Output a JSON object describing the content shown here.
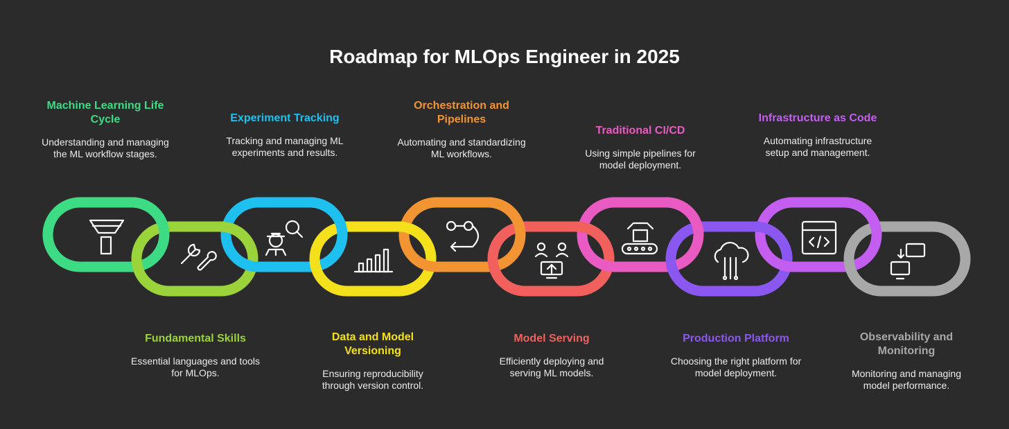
{
  "title": "Roadmap for MLOps Engineer in 2025",
  "steps": [
    {
      "title": "Machine Learning Life Cycle",
      "desc": "Understanding and managing the ML workflow stages.",
      "color": "#3ddc84",
      "icon": "funnel-icon"
    },
    {
      "title": "Fundamental Skills",
      "desc": "Essential languages and tools for MLOps.",
      "color": "#9bd33a",
      "icon": "wrench-icon"
    },
    {
      "title": "Experiment Tracking",
      "desc": "Tracking and managing ML experiments and results.",
      "color": "#1ec0f0",
      "icon": "researcher-search-icon"
    },
    {
      "title": "Data and Model Versioning",
      "desc": "Ensuring reproducibility through version control.",
      "color": "#f5e11b",
      "icon": "bar-chart-icon"
    },
    {
      "title": "Orchestration and Pipelines",
      "desc": "Automating and standardizing ML workflows.",
      "color": "#f39433",
      "icon": "workflow-icon"
    },
    {
      "title": "Model Serving",
      "desc": "Efficiently deploying and serving ML models.",
      "color": "#f2605d",
      "icon": "users-monitor-icon"
    },
    {
      "title": "Traditional CI/CD",
      "desc": "Using simple pipelines for model deployment.",
      "color": "#e95bc2",
      "icon": "conveyor-robot-icon"
    },
    {
      "title": "Production Platform",
      "desc": "Choosing the right platform for model deployment.",
      "color": "#8a57f0",
      "icon": "cloud-circuit-icon"
    },
    {
      "title": "Infrastructure as Code",
      "desc": "Automating infrastructure setup and management.",
      "color": "#c45ef0",
      "icon": "code-box-icon"
    },
    {
      "title": "Observability and Monitoring",
      "desc": "Monitoring and managing model performance.",
      "color": "#a8a8a8",
      "icon": "monitors-sync-icon"
    }
  ]
}
